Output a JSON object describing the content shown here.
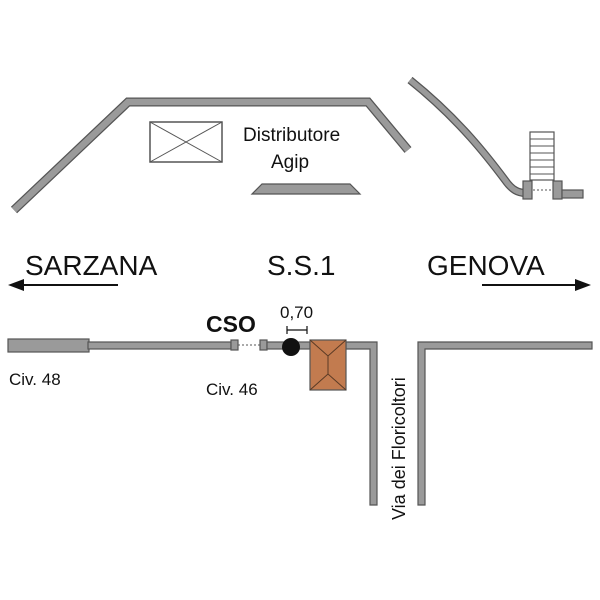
{
  "labels": {
    "station": [
      "Distributore",
      "Agip"
    ],
    "west": "SARZANA",
    "road": "S.S.1",
    "east": "GENOVA",
    "cso": "CSO",
    "distance": "0,70",
    "civ48": "Civ. 48",
    "civ46": "Civ. 46",
    "street": "Via dei Floricoltori"
  },
  "colors": {
    "road": "#9a9a9a",
    "outline": "#555555",
    "building": "#c27b4f"
  }
}
